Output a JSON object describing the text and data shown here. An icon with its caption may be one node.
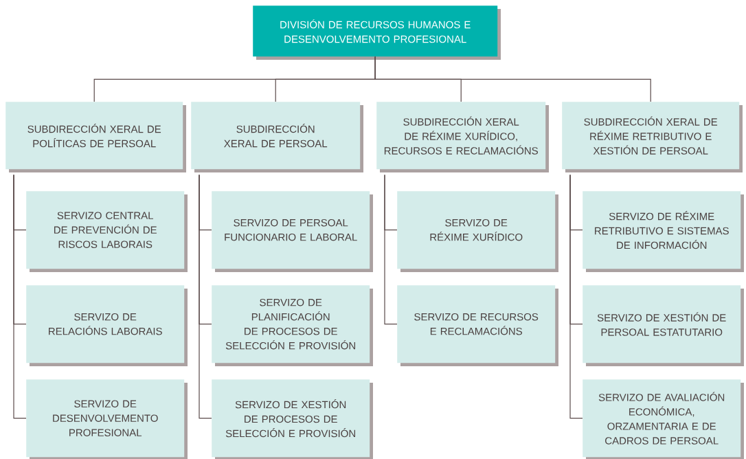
{
  "diagram": {
    "nodes": [
      {
        "text": [
          "DIVISIÓN DE RECURSOS HUMANOS E DESENVOLVEMENTO PROFESIONAL"
        ]
      },
      {
        "text": [
          "SUBDIRECCIÓN XERAL DE POLÍTICAS DE PERSOAL"
        ]
      },
      {
        "text": [
          "SUBDIRECCIÓN XERAL DE PERSOAL"
        ]
      },
      {
        "text": [
          "SUBDIRECCIÓN XERAL DE RÉXIME XURÍDICO, RECURSOS E RECLAMACIÓNS"
        ]
      },
      {
        "text": [
          "SUBDIRECCIÓN XERAL DE RÉXIME RETRIBUTIVO E XESTIÓN DE PERSOAL"
        ]
      },
      {
        "text": [
          "SERVIZO CENTRAL DE PREVENCIÓN DE RISCOS LABORAIS"
        ]
      },
      {
        "text": [
          "SERVIZO DE RELACIÓNS LABORAIS"
        ]
      },
      {
        "text": [
          "SERVIZO DE DESENVOLVEMENTO PROFESIONAL"
        ]
      },
      {
        "text": [
          "SERVIZO DE PERSOAL FUNCIONARIO E LABORAL"
        ]
      },
      {
        "text": [
          "SERVIZO DE PLANIFICACIÓN DE PROCESOS DE SELECCIÓN E PROVISIÓN"
        ]
      },
      {
        "text": [
          "SERVIZO DE XESTIÓN DE PROCESOS DE SELECCIÓN E PROVISIÓN"
        ]
      },
      {
        "text": [
          "SERVIZO DE RÉXIME XURÍDICO"
        ]
      },
      {
        "text": [
          "SERVIZO DE RECURSOS E RECLAMACIÓNS"
        ]
      },
      {
        "text": [
          "SERVIZO DE RÉXIME RETRIBUTIVO E SISTEMAS DE INFORMACIÓN"
        ]
      },
      {
        "text": [
          "SERVIZO DE XESTIÓN DE PERSOAL ESTATUTARIO"
        ]
      },
      {
        "text": [
          "SERVIZO DE AVALIACIÓN ECONÓMICA, ORZAMENTARIA E DE CADROS DE PERSOAL"
        ]
      }
    ],
    "edges": [
      {
        "from": 0,
        "to": 1,
        "arrow": "none"
      },
      {
        "from": 0,
        "to": 2,
        "arrow": "none"
      },
      {
        "from": 0,
        "to": 3,
        "arrow": "none"
      },
      {
        "from": 0,
        "to": 4,
        "arrow": "none"
      },
      {
        "from": 1,
        "to": 5,
        "arrow": "none"
      },
      {
        "from": 1,
        "to": 6,
        "arrow": "none"
      },
      {
        "from": 1,
        "to": 7,
        "arrow": "none"
      },
      {
        "from": 2,
        "to": 8,
        "arrow": "none"
      },
      {
        "from": 2,
        "to": 9,
        "arrow": "none"
      },
      {
        "from": 2,
        "to": 10,
        "arrow": "none"
      },
      {
        "from": 3,
        "to": 11,
        "arrow": "none"
      },
      {
        "from": 3,
        "to": 12,
        "arrow": "none"
      },
      {
        "from": 4,
        "to": 13,
        "arrow": "none"
      },
      {
        "from": 4,
        "to": 14,
        "arrow": "none"
      },
      {
        "from": 4,
        "to": 15,
        "arrow": "none"
      }
    ]
  }
}
